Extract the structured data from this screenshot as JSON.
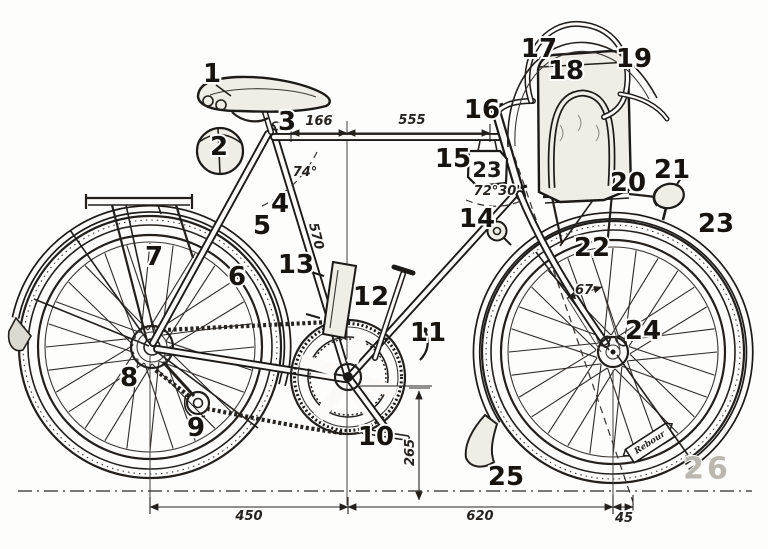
{
  "figure": {
    "kind": "technical line drawing",
    "subject": "randonneur touring bicycle, right-side view, numbered parts with frame dimensions",
    "paper_color": "#fdfdfb",
    "ink_color": "#1c1a17",
    "ghost_print_color": "#b9b7b0"
  },
  "parts": [
    "1",
    "2",
    "3",
    "4",
    "5",
    "6",
    "7",
    "8",
    "9",
    "10",
    "11",
    "12",
    "13",
    "14",
    "15",
    "16",
    "17",
    "18",
    "19",
    "20",
    "21",
    "22",
    "23",
    "24",
    "25",
    "26"
  ],
  "dims": {
    "setback": "166",
    "toptube": "555",
    "seattube": "570",
    "seat_angle": "74°",
    "head_angle": "72°30'",
    "rake": "67",
    "bb_height": "265",
    "rear_center": "450",
    "front_center": "620",
    "trail": "45"
  },
  "plate": {
    "number": "23"
  },
  "signature": {
    "text": "Rebour"
  }
}
